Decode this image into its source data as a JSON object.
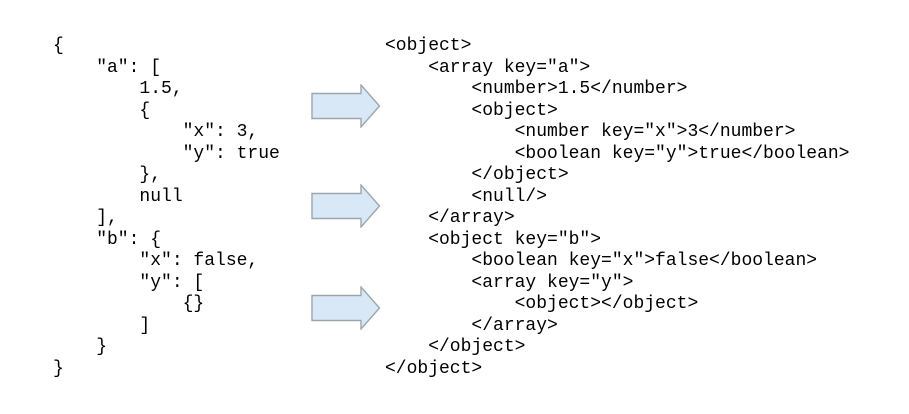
{
  "diagram_title": "json-to-xml-conversion",
  "json_code": {
    "language": "json",
    "lines": [
      "{",
      "    \"a\": [",
      "        1.5,",
      "        {",
      "            \"x\": 3,",
      "            \"y\": true",
      "        },",
      "        null",
      "    ],",
      "    \"b\": {",
      "        \"x\": false,",
      "        \"y\": [",
      "            {}",
      "        ]",
      "    }",
      "}"
    ]
  },
  "xml_code": {
    "language": "xml",
    "lines": [
      "<object>",
      "    <array key=\"a\">",
      "        <number>1.5</number>",
      "        <object>",
      "            <number key=\"x\">3</number>",
      "            <boolean key=\"y\">true</boolean>",
      "        </object>",
      "        <null/>",
      "    </array>",
      "    <object key=\"b\">",
      "        <boolean key=\"x\">false</boolean>",
      "        <array key=\"y\">",
      "            <object></object>",
      "        </array>",
      "    </object>",
      "</object>"
    ]
  },
  "arrows": [
    {
      "name": "array-contents-mapping-arrow",
      "direction": "right"
    },
    {
      "name": "null-value-mapping-arrow",
      "direction": "right"
    },
    {
      "name": "empty-object-mapping-arrow",
      "direction": "right"
    }
  ],
  "colors": {
    "bg": "#ffffff",
    "text": "#000000",
    "arrow_fill": "#d9e8f6",
    "arrow_stroke": "#9da6ae"
  }
}
